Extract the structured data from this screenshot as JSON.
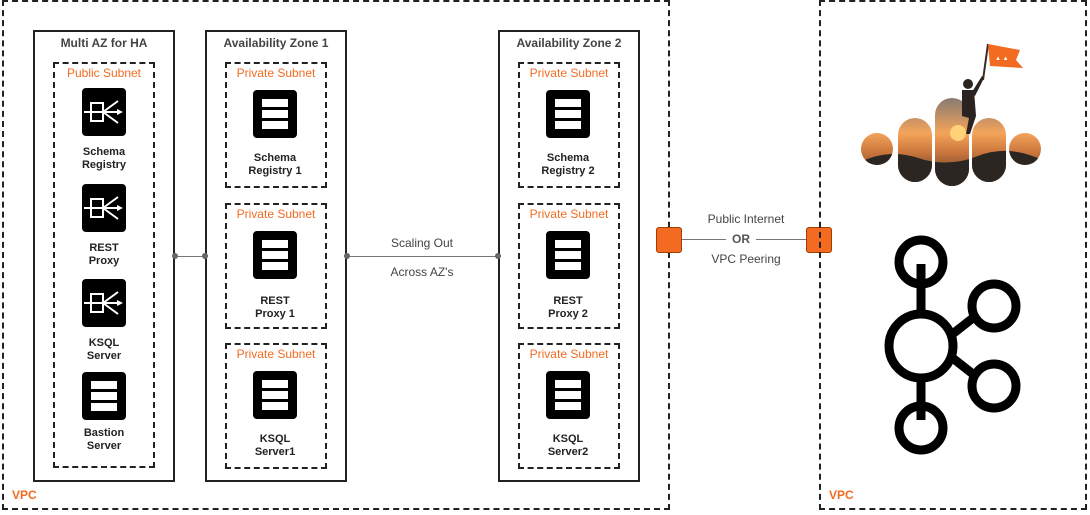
{
  "left_vpc": {
    "label": "VPC"
  },
  "right_vpc": {
    "label": "VPC"
  },
  "multi_az": {
    "title": "Multi AZ for HA",
    "subnet_label": "Public Subnet",
    "services": [
      {
        "line1": "Schema",
        "line2": "Registry",
        "icon": "load-balancer-icon"
      },
      {
        "line1": "REST",
        "line2": "Proxy",
        "icon": "load-balancer-icon"
      },
      {
        "line1": "KSQL",
        "line2": "Server",
        "icon": "load-balancer-icon"
      },
      {
        "line1": "Bastion",
        "line2": "Server",
        "icon": "server-icon"
      }
    ]
  },
  "az1": {
    "title": "Availability  Zone 1",
    "subnets": [
      {
        "label": "Private Subnet",
        "line1": "Schema",
        "line2": "Registry 1",
        "icon": "server-icon"
      },
      {
        "label": "Private Subnet",
        "line1": "REST",
        "line2": "Proxy 1",
        "icon": "server-icon"
      },
      {
        "label": "Private Subnet",
        "line1": "KSQL",
        "line2": "Server1",
        "icon": "server-icon"
      }
    ]
  },
  "az2": {
    "title": "Availability  Zone 2",
    "subnets": [
      {
        "label": "Private Subnet",
        "line1": "Schema",
        "line2": "Registry 2",
        "icon": "server-icon"
      },
      {
        "label": "Private Subnet",
        "line1": "REST",
        "line2": "Proxy 2",
        "icon": "server-icon"
      },
      {
        "label": "Private Subnet",
        "line1": "KSQL",
        "line2": "Server2",
        "icon": "server-icon"
      }
    ]
  },
  "scaling": {
    "line1": "Scaling Out",
    "line2": "Across AZ's"
  },
  "connection": {
    "line1": "Public Internet",
    "or": "OR",
    "line2": "VPC Peering"
  },
  "logos": {
    "top": "confluent-logo-icon",
    "bottom": "kafka-logo-icon"
  },
  "colors": {
    "accent": "#f26b21",
    "border": "#222222",
    "icon": "#000000"
  }
}
